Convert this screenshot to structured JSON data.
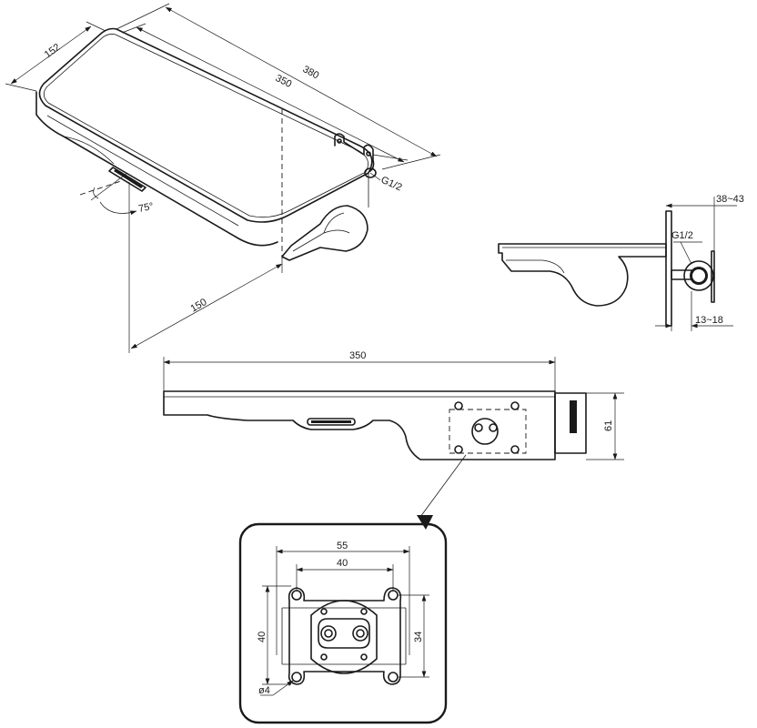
{
  "perspective": {
    "width": "152",
    "length_outer": "380",
    "length_inner": "350",
    "thread": "G1/2",
    "angle": "75°",
    "offset": "150"
  },
  "side": {
    "thread": "G1/2",
    "wall_range": "38~43",
    "bracket_range": "13~18"
  },
  "front": {
    "length": "350",
    "height": "61"
  },
  "detail": {
    "outer_spacing": "55",
    "inner_spacing": "40",
    "left_height": "40",
    "right_height": "34",
    "hole_diameter": "ø4"
  }
}
